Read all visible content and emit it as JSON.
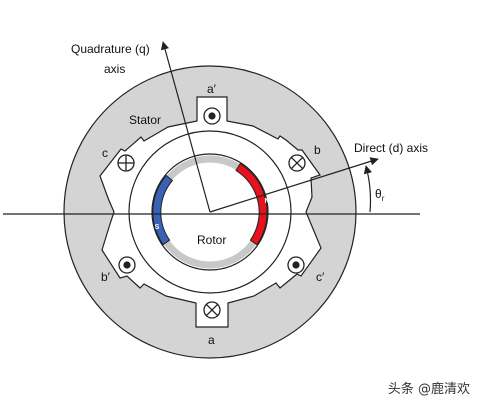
{
  "labels": {
    "q_axis_line1": "Quadrature (q)",
    "q_axis_line2": "axis",
    "d_axis": "Direct (d) axis",
    "stator": "Stator",
    "rotor": "Rotor",
    "theta": "θ",
    "theta_sub": "r"
  },
  "coils": {
    "a_prime": "a′",
    "a": "a",
    "b": "b",
    "b_prime": "b′",
    "c": "c",
    "c_prime": "c′"
  },
  "poles": {
    "north": "N",
    "south": "S"
  },
  "colors": {
    "stator": "#d4d4d4",
    "north_pole": "#e8121e",
    "south_pole": "#3a62b4",
    "outline": "#222222"
  },
  "watermark": "头条 @鹿清欢"
}
